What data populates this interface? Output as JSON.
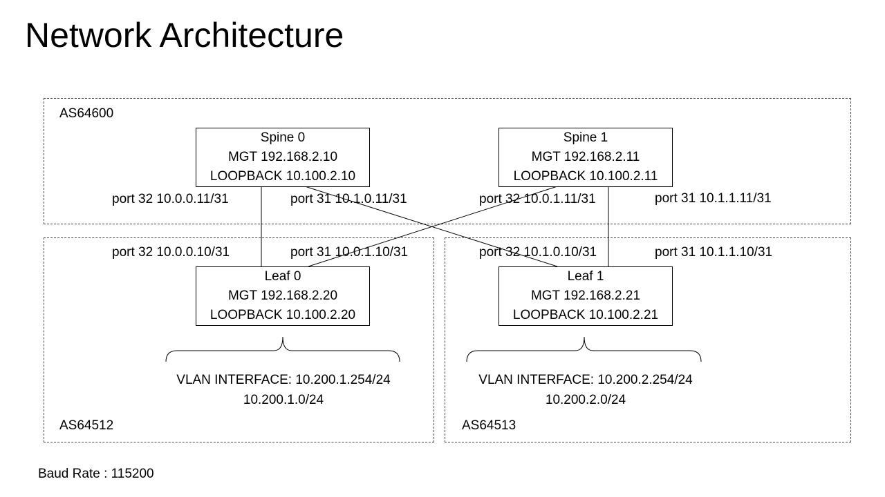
{
  "title": "Network Architecture",
  "zones": {
    "spine": "AS64600",
    "leaf0": "AS64512",
    "leaf1": "AS64513"
  },
  "nodes": {
    "spine0": {
      "name": "Spine 0",
      "mgt": "MGT 192.168.2.10",
      "loopback": "LOOPBACK 10.100.2.10"
    },
    "spine1": {
      "name": "Spine 1",
      "mgt": "MGT 192.168.2.11",
      "loopback": "LOOPBACK 10.100.2.11"
    },
    "leaf0": {
      "name": "Leaf 0",
      "mgt": "MGT 192.168.2.20",
      "loopback": "LOOPBACK 10.100.2.20"
    },
    "leaf1": {
      "name": "Leaf 1",
      "mgt": "MGT 192.168.2.21",
      "loopback": "LOOPBACK 10.100.2.21"
    }
  },
  "ports": {
    "spine0_p32": "port 32 10.0.0.11/31",
    "spine0_p31": "port 31 10.1.0.11/31",
    "spine1_p32": "port 32 10.0.1.11/31",
    "spine1_p31": "port 31 10.1.1.11/31",
    "leaf0_p32": "port 32 10.0.0.10/31",
    "leaf0_p31": "port 31 10.0.1.10/31",
    "leaf1_p32": "port 32 10.1.0.10/31",
    "leaf1_p31": "port 31 10.1.1.10/31"
  },
  "vlans": {
    "leaf0": {
      "interface": "VLAN INTERFACE: 10.200.1.254/24",
      "subnet": "10.200.1.0/24"
    },
    "leaf1": {
      "interface": "VLAN INTERFACE: 10.200.2.254/24",
      "subnet": "10.200.2.0/24"
    }
  },
  "baud_rate": "Baud Rate : 115200"
}
